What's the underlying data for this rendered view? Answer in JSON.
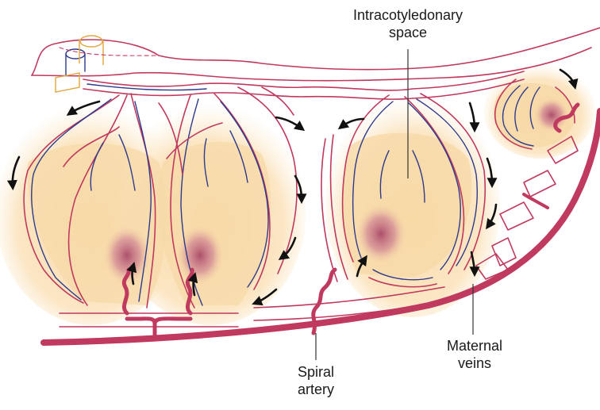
{
  "labels": {
    "intracotyledonary": [
      "Intracotyledonary",
      "space"
    ],
    "spiral_artery": [
      "Spiral",
      "artery"
    ],
    "maternal_veins": [
      "Maternal",
      "veins"
    ]
  },
  "colors": {
    "cotyledon_fill": "#f7d9a8",
    "glow": "#fbe6c4",
    "hotspot": "#b85a78",
    "artery": "#c0395e",
    "fetal_vein": "#2e3a8c",
    "fetal_artery_outline": "#e0a640",
    "arrow": "#111111"
  }
}
